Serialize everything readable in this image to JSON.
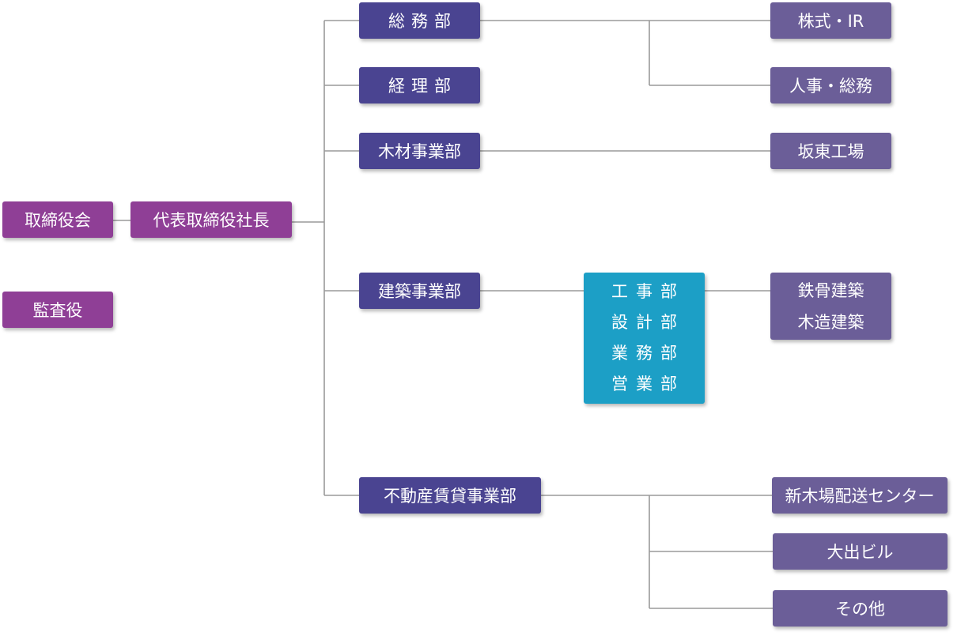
{
  "colors": {
    "board": "#8f3f96",
    "division": "#4a4491",
    "section": "#6b5e98",
    "construction_group": "#1c9fc6",
    "connector": "#9a9a9a"
  },
  "org": {
    "board": "取締役会",
    "president": "代表取締役社長",
    "auditor": "監査役",
    "divisions": {
      "general_affairs": "総務部",
      "accounting": "経理部",
      "lumber": "木材事業部",
      "construction": "建築事業部",
      "real_estate": "不動産賃貸事業部"
    },
    "construction_departments": [
      "工事部",
      "設計部",
      "業務部",
      "営業部"
    ],
    "sections": {
      "stock_ir": "株式・IR",
      "hr_general": "人事・総務",
      "bando_factory": "坂東工場",
      "steel_construction": "鉄骨建築",
      "wooden_construction": "木造建築",
      "shinkiba_center": "新木場配送センター",
      "oide_building": "大出ビル",
      "others": "その他"
    }
  }
}
